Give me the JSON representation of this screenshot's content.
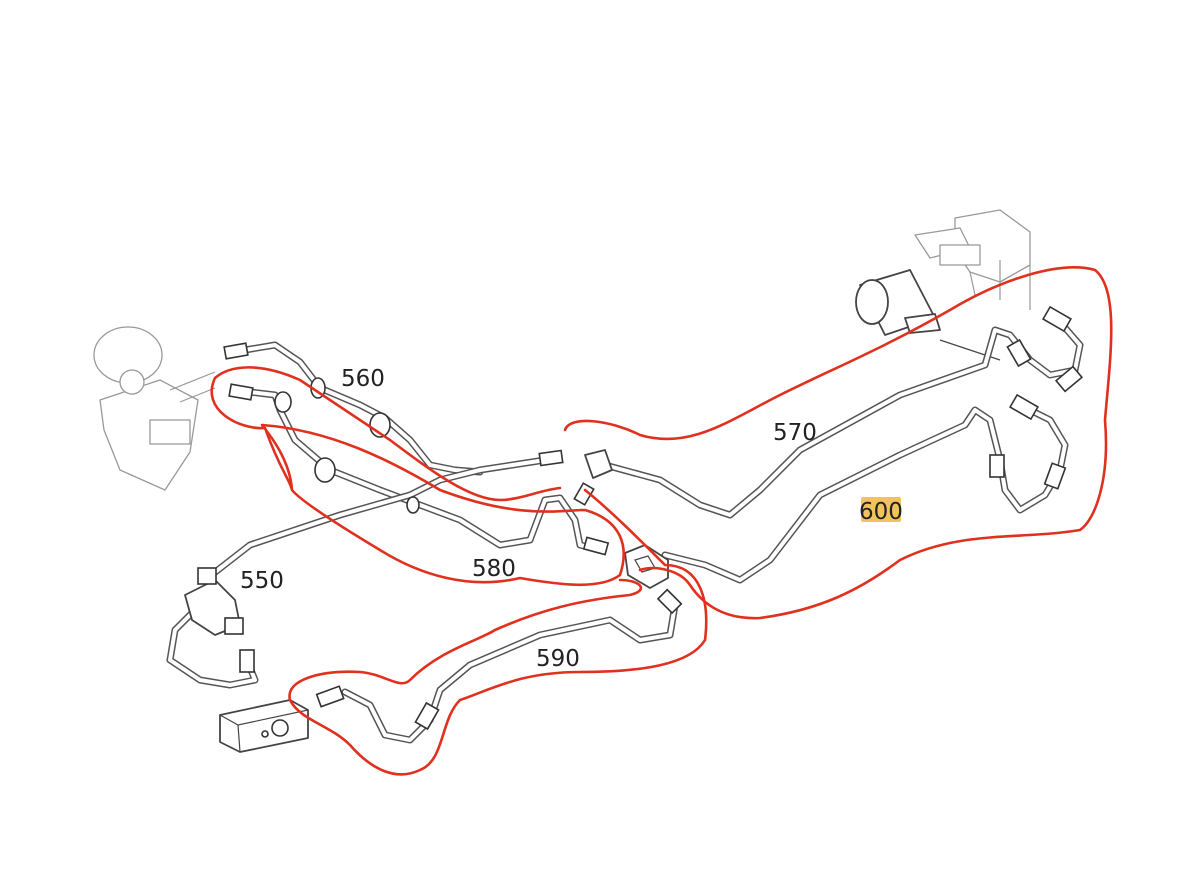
{
  "diagram": {
    "labels": {
      "l550": "550",
      "l560": "560",
      "l570": "570",
      "l580": "580",
      "l590": "590",
      "l600": "600"
    },
    "highlight_color": "#f0b840",
    "annotation_color": "#e0301e",
    "highlighted_label": "600"
  }
}
